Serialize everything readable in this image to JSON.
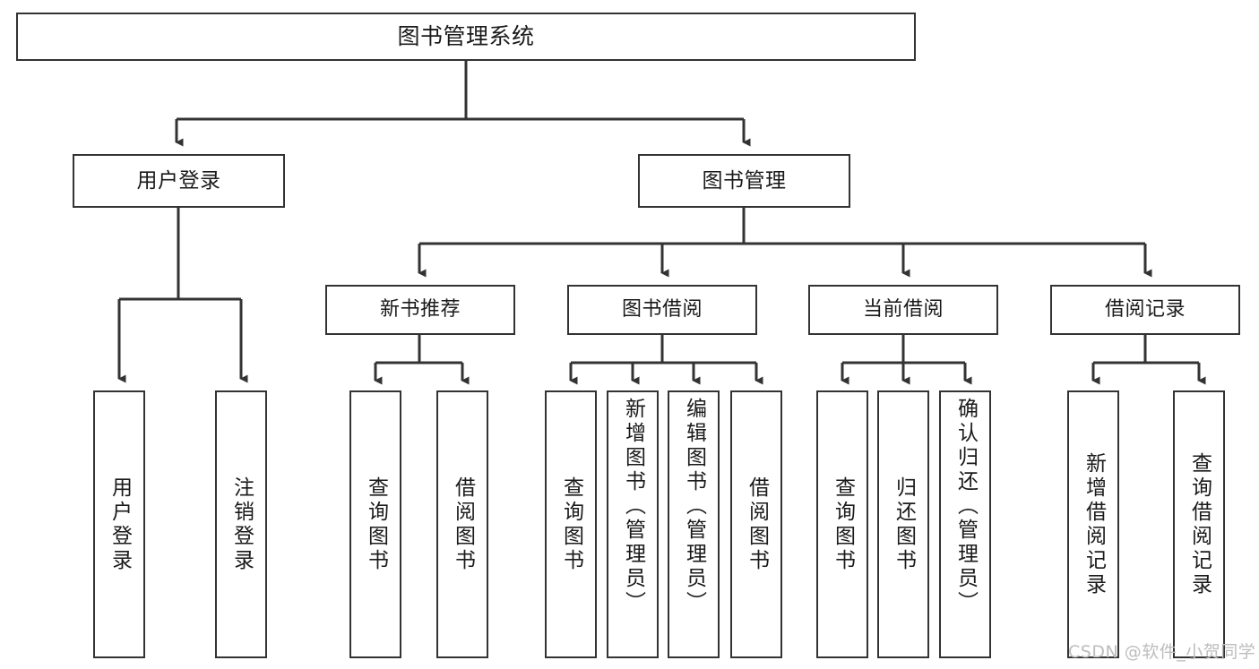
{
  "diagram": {
    "title": "图书管理系统",
    "type": "tree",
    "watermark": "CSDN @软件_小贺同学",
    "colors": {
      "box_border": "#333333",
      "box_fill": "#ffffff",
      "connector": "#333333",
      "text": "#1a1a1a",
      "watermark": "#bdbdbd",
      "background": "#ffffff"
    },
    "root": {
      "label": "图书管理系统"
    },
    "level1": [
      {
        "label": "用户登录"
      },
      {
        "label": "图书管理"
      }
    ],
    "level2": [
      {
        "label": "新书推荐"
      },
      {
        "label": "图书借阅"
      },
      {
        "label": "当前借阅"
      },
      {
        "label": "借阅记录"
      }
    ],
    "leaves": {
      "user_login": [
        {
          "label": "用户登录"
        },
        {
          "label": "注销登录"
        }
      ],
      "new_book_recommend": [
        {
          "label": "查询图书"
        },
        {
          "label": "借阅图书"
        }
      ],
      "book_borrow": [
        {
          "label": "查询图书"
        },
        {
          "label": "新增图书（管理员）"
        },
        {
          "label": "编辑图书（管理员）"
        },
        {
          "label": "借阅图书"
        }
      ],
      "current_borrow": [
        {
          "label": "查询图书"
        },
        {
          "label": "归还图书"
        },
        {
          "label": "确认归还（管理员）"
        }
      ],
      "borrow_record": [
        {
          "label": "新增借阅记录"
        },
        {
          "label": "查询借阅记录"
        }
      ]
    }
  }
}
